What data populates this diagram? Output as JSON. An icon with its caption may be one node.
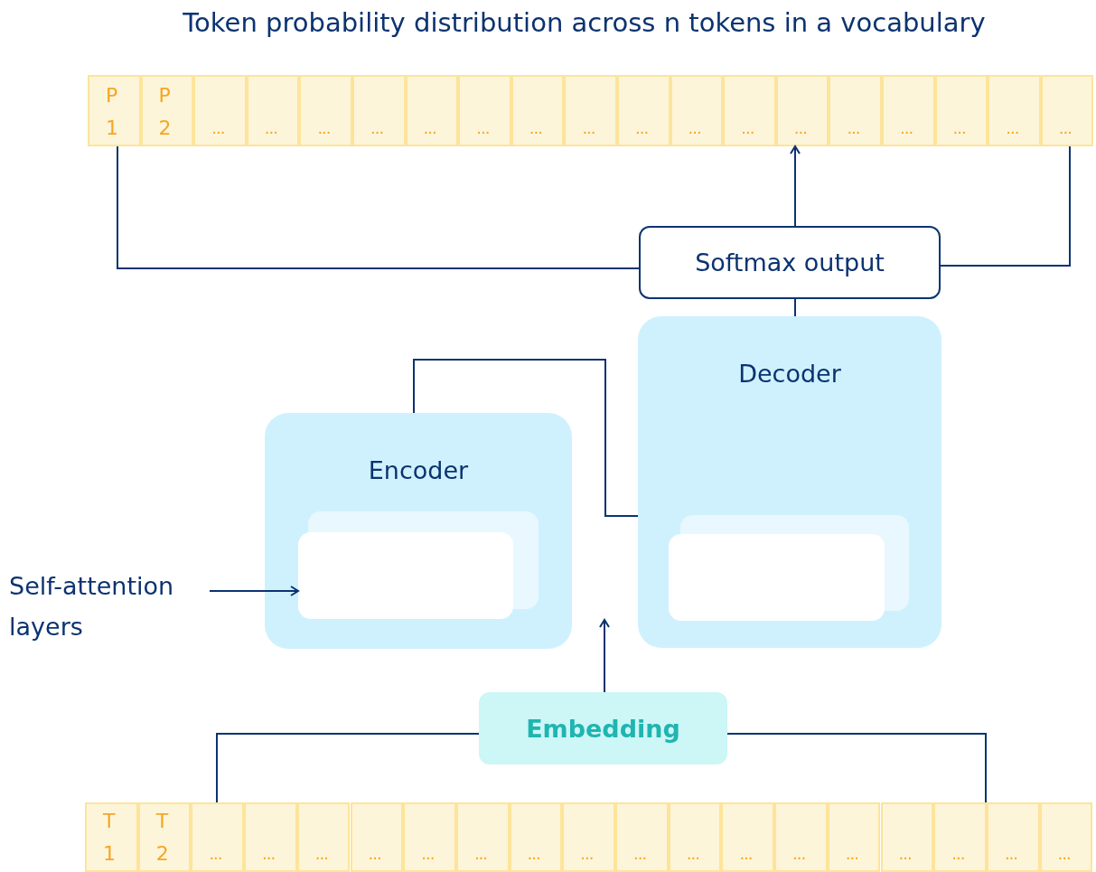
{
  "diagram": {
    "title": "Token probability distribution across n tokens in a vocabulary",
    "nodes": [
      {
        "text": [
          "P 1"
        ]
      },
      {
        "text": [
          "P 2"
        ]
      },
      {
        "text": [
          "..."
        ]
      },
      {
        "text": [
          "..."
        ]
      },
      {
        "text": [
          "..."
        ]
      },
      {
        "text": [
          "..."
        ]
      },
      {
        "text": [
          "..."
        ]
      },
      {
        "text": [
          "..."
        ]
      },
      {
        "text": [
          "..."
        ]
      },
      {
        "text": [
          "..."
        ]
      },
      {
        "text": [
          "..."
        ]
      },
      {
        "text": [
          "..."
        ]
      },
      {
        "text": [
          "..."
        ]
      },
      {
        "text": [
          "..."
        ]
      },
      {
        "text": [
          "..."
        ]
      },
      {
        "text": [
          "..."
        ]
      },
      {
        "text": [
          "..."
        ]
      },
      {
        "text": [
          "..."
        ]
      },
      {
        "text": [
          "..."
        ]
      },
      {
        "text": [
          "Softmax output"
        ]
      },
      {
        "text": [
          "Decoder"
        ]
      },
      {
        "text": [],
        "shape": "box",
        "in": 20
      },
      {
        "text": [
          "Encoder"
        ]
      },
      {
        "text": [],
        "shape": "box",
        "in": 22
      },
      {
        "text": [
          "Self-attention layers"
        ]
      },
      {
        "text": [
          "Embedding"
        ]
      },
      {
        "text": [
          "T 1"
        ]
      },
      {
        "text": [
          "T 2"
        ]
      },
      {
        "text": [
          "..."
        ]
      },
      {
        "text": [
          "..."
        ]
      },
      {
        "text": [
          "..."
        ]
      },
      {
        "text": [
          "..."
        ]
      },
      {
        "text": [
          "..."
        ]
      },
      {
        "text": [
          "..."
        ]
      },
      {
        "text": [
          "..."
        ]
      },
      {
        "text": [
          "..."
        ]
      },
      {
        "text": [
          "..."
        ]
      },
      {
        "text": [
          "..."
        ]
      },
      {
        "text": [
          "..."
        ]
      },
      {
        "text": [
          "..."
        ]
      },
      {
        "text": [
          "..."
        ]
      },
      {
        "text": [
          "..."
        ]
      },
      {
        "text": [
          "..."
        ]
      },
      {
        "text": [
          "..."
        ]
      },
      {
        "text": [
          "..."
        ]
      }
    ],
    "edges": [
      {
        "from": 19,
        "to": 13,
        "arrow": "to"
      },
      {
        "from": 19,
        "to": 0,
        "arrow": "none"
      },
      {
        "from": 19,
        "to": 18,
        "arrow": "none"
      },
      {
        "from": 20,
        "to": 19,
        "arrow": "none"
      },
      {
        "from": 22,
        "to": 20,
        "arrow": "none"
      },
      {
        "from": 25,
        "to": null,
        "arrow": "to"
      },
      {
        "from": 28,
        "to": 25,
        "arrow": "none"
      },
      {
        "from": 42,
        "to": 25,
        "arrow": "none"
      },
      {
        "from": 24,
        "to": 23,
        "arrow": "to"
      }
    ]
  }
}
